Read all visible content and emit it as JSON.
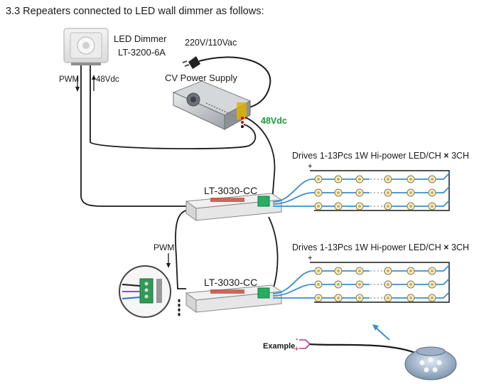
{
  "heading": "3.3 Repeaters connected to LED wall dimmer as follows:",
  "dimmer": {
    "name": "LED Dimmer",
    "model": "LT-3200-6A"
  },
  "mains_label": "220V/110Vac",
  "power_supply_label": "CV Power Supply",
  "pwm_label": "PWM",
  "vdc_label": "48Vdc",
  "vdc_label_psu": "48Vdc",
  "repeater_model": "LT-3030-CC",
  "drives_text": "Drives 1-13Pcs 1W Hi-power LED/CH",
  "drives_multiplier": "×",
  "drives_channels": "3CH",
  "example_label": "Example",
  "colors": {
    "wire": "#1a1a1a",
    "led_wire": "#3a8fd0",
    "accent_green": "#1a9a3a",
    "arrow": "#3a8fd0"
  },
  "icons": [
    "dimmer-panel",
    "plug",
    "power-supply",
    "repeater",
    "led",
    "led-lamp"
  ]
}
